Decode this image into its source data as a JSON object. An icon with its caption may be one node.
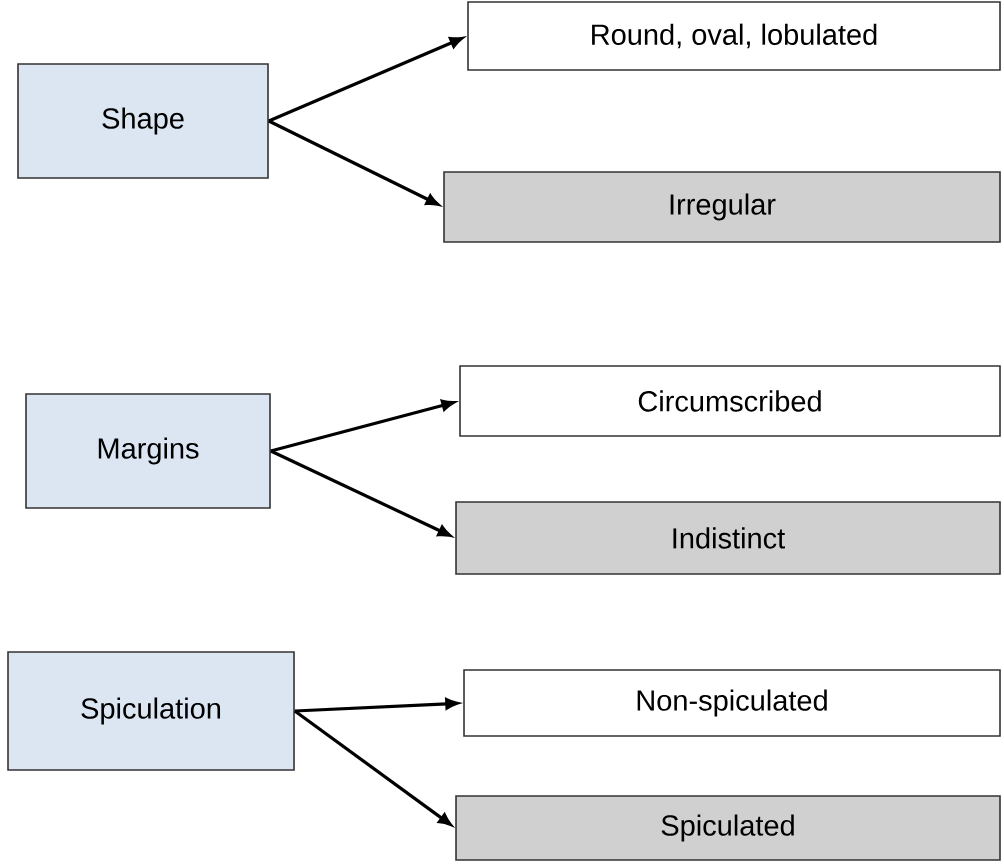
{
  "diagram": {
    "nodes": [
      {
        "text": [
          "Shape"
        ]
      },
      {
        "text": [
          "Round, oval, lobulated"
        ]
      },
      {
        "text": [
          "Irregular"
        ]
      },
      {
        "text": [
          "Margins"
        ]
      },
      {
        "text": [
          "Circumscribed"
        ]
      },
      {
        "text": [
          "Indistinct"
        ]
      },
      {
        "text": [
          "Spiculation"
        ]
      },
      {
        "text": [
          "Non-spiculated"
        ]
      },
      {
        "text": [
          "Spiculated"
        ]
      }
    ],
    "edges": [
      {
        "from": 0,
        "to": 1,
        "arrow": "to"
      },
      {
        "from": 0,
        "to": 2,
        "arrow": "to"
      },
      {
        "from": 3,
        "to": 4,
        "arrow": "to"
      },
      {
        "from": 3,
        "to": 5,
        "arrow": "to"
      },
      {
        "from": 6,
        "to": 7,
        "arrow": "to"
      },
      {
        "from": 6,
        "to": 8,
        "arrow": "to"
      }
    ]
  }
}
